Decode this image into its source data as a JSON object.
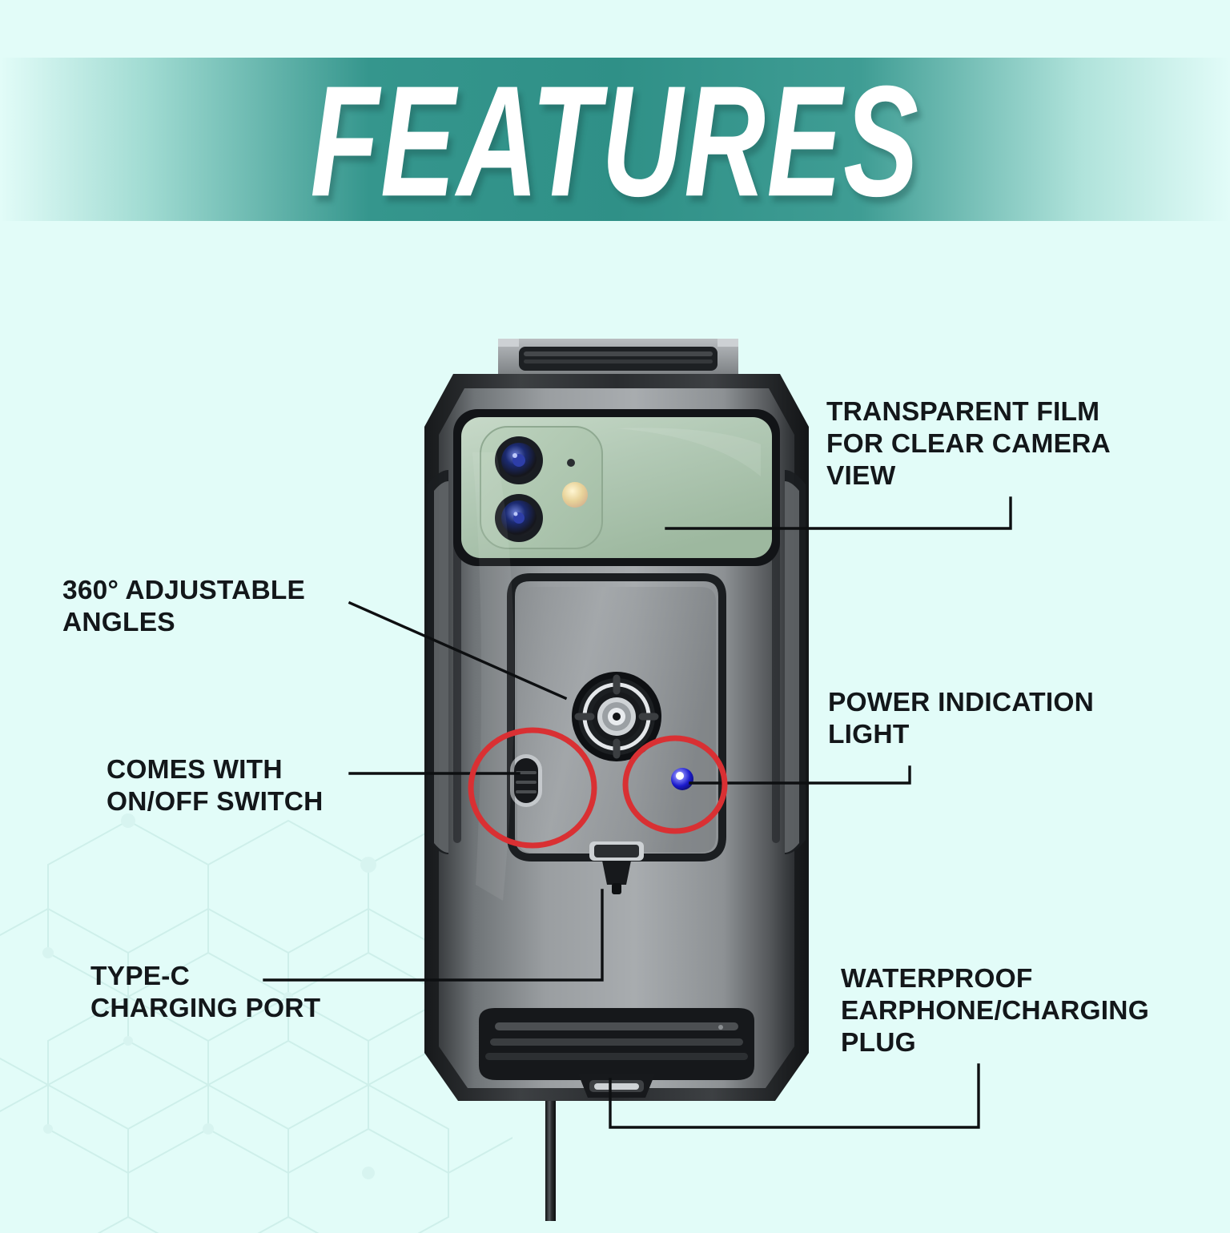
{
  "page": {
    "title": "FEATURES",
    "background_color": "#E2FCF8",
    "band_color": "#2F9087",
    "title_color": "#FFFFFF",
    "label_color": "#13171A",
    "highlight_circle_color": "#D93033",
    "led_color": "#1A1ACC",
    "phone_back_color": "#AEC9B2"
  },
  "callouts": [
    {
      "id": "transparent-film",
      "text": "TRANSPARENT FILM\nFOR CLEAR CAMERA\nVIEW",
      "side": "right",
      "target": "camera-window"
    },
    {
      "id": "adjustable-angles",
      "text": "360° ADJUSTABLE\nANGLES",
      "side": "left",
      "target": "ball-mount"
    },
    {
      "id": "power-indication-light",
      "text": "POWER INDICATION\nLIGHT",
      "side": "right",
      "target": "led-indicator"
    },
    {
      "id": "on-off-switch",
      "text": "COMES WITH\nON/OFF SWITCH",
      "side": "left",
      "target": "power-switch"
    },
    {
      "id": "type-c-charging-port",
      "text": "TYPE-C\nCHARGING PORT",
      "side": "left",
      "target": "charging-connector"
    },
    {
      "id": "waterproof-plug",
      "text": "WATERPROOF\nEARPHONE/CHARGING\nPLUG",
      "side": "right",
      "target": "port-plug"
    }
  ],
  "product": {
    "name": "waterproof-phone-case-mount",
    "parts": {
      "top_latch": "top-latch-clip",
      "camera_window": "transparent-camera-window",
      "ball_mount": "ball-socket-mount",
      "power_switch": "on-off-switch",
      "led": "power-indicator-led",
      "charging_connector": "type-c-connector",
      "port_plug": "waterproof-port-plug",
      "cable": "charging-cable"
    }
  }
}
